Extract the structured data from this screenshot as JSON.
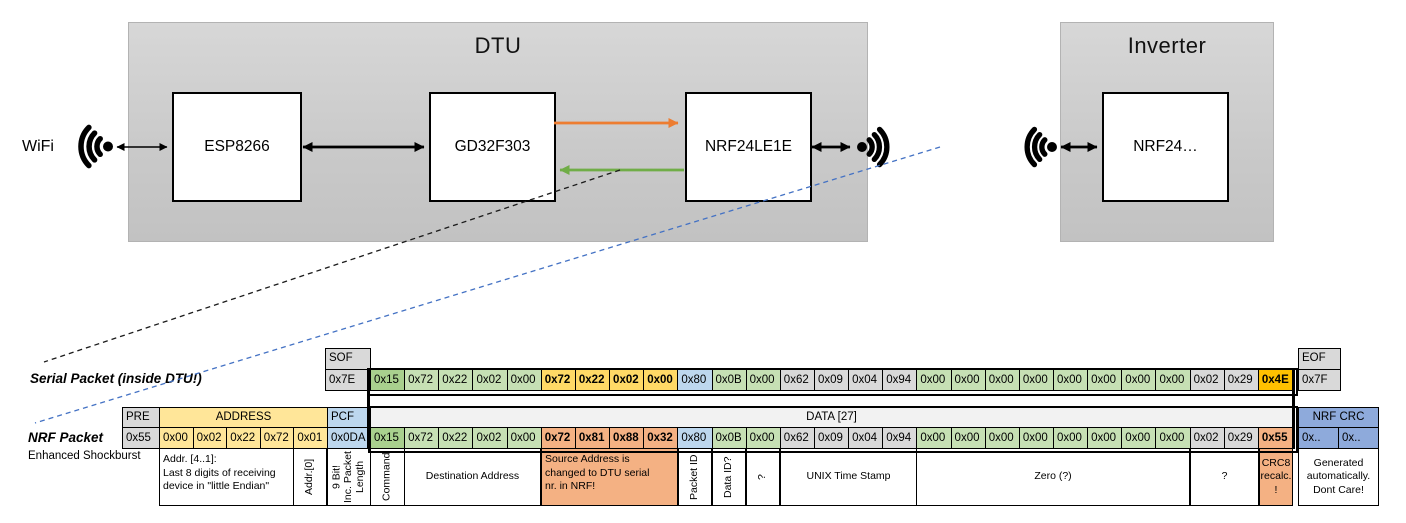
{
  "palette": {
    "gray": "#D9D9D9",
    "green": "#C6E0B4",
    "green_dark": "#A9D08E",
    "gold": "#FFD966",
    "amber": "#FFC000",
    "blue_light": "#BDD7EE",
    "blue_med": "#8EAADB",
    "salmon": "#F4B183",
    "yellow": "#FFE699",
    "data_header": "#F2F2F2",
    "white": "#FFFFFF",
    "orange_arrow": "#ED7D31",
    "green_arrow": "#70AD47",
    "blue_dash": "#4472C4"
  },
  "diagram": {
    "wifi_label": "WiFi",
    "dtu": {
      "title": "DTU",
      "components": [
        "ESP8266",
        "GD32F303",
        "NRF24LE1E"
      ]
    },
    "inverter": {
      "title": "Inverter",
      "components": [
        "NRF24…"
      ]
    }
  },
  "serial_packet": {
    "label": "Serial Packet (inside DTU!)",
    "sof_header": "SOF",
    "sof_value": "0x7E",
    "eof_header": "EOF",
    "eof_value": "0x7F",
    "bytes": [
      {
        "v": "0x15",
        "c": "green_dark"
      },
      {
        "v": "0x72",
        "c": "green"
      },
      {
        "v": "0x22",
        "c": "green"
      },
      {
        "v": "0x02",
        "c": "green"
      },
      {
        "v": "0x00",
        "c": "green"
      },
      {
        "v": "0x72",
        "c": "gold",
        "bold": true
      },
      {
        "v": "0x22",
        "c": "gold",
        "bold": true
      },
      {
        "v": "0x02",
        "c": "gold",
        "bold": true
      },
      {
        "v": "0x00",
        "c": "gold",
        "bold": true
      },
      {
        "v": "0x80",
        "c": "blue_light"
      },
      {
        "v": "0x0B",
        "c": "green"
      },
      {
        "v": "0x00",
        "c": "green"
      },
      {
        "v": "0x62",
        "c": "gray"
      },
      {
        "v": "0x09",
        "c": "gray"
      },
      {
        "v": "0x04",
        "c": "gray"
      },
      {
        "v": "0x94",
        "c": "gray"
      },
      {
        "v": "0x00",
        "c": "green"
      },
      {
        "v": "0x00",
        "c": "green"
      },
      {
        "v": "0x00",
        "c": "green"
      },
      {
        "v": "0x00",
        "c": "green"
      },
      {
        "v": "0x00",
        "c": "green"
      },
      {
        "v": "0x00",
        "c": "green"
      },
      {
        "v": "0x00",
        "c": "green"
      },
      {
        "v": "0x00",
        "c": "green"
      },
      {
        "v": "0x02",
        "c": "gray"
      },
      {
        "v": "0x29",
        "c": "gray"
      },
      {
        "v": "0x4E",
        "c": "amber",
        "bold": true
      }
    ]
  },
  "nrf_packet": {
    "label": "NRF Packet",
    "sublabel": "Enhanced Shockburst",
    "pre_header": "PRE",
    "pre_value": "0x55",
    "address_header": "ADDRESS",
    "address_values": [
      "0x00",
      "0x02",
      "0x22",
      "0x72",
      "0x01"
    ],
    "pcf_header": "PCF",
    "pcf_value": "0x0DA",
    "data_header": "DATA [27]",
    "bytes": [
      {
        "v": "0x15",
        "c": "green_dark"
      },
      {
        "v": "0x72",
        "c": "green"
      },
      {
        "v": "0x22",
        "c": "green"
      },
      {
        "v": "0x02",
        "c": "green"
      },
      {
        "v": "0x00",
        "c": "green"
      },
      {
        "v": "0x72",
        "c": "salmon",
        "bold": true
      },
      {
        "v": "0x81",
        "c": "salmon",
        "bold": true
      },
      {
        "v": "0x88",
        "c": "salmon",
        "bold": true
      },
      {
        "v": "0x32",
        "c": "salmon",
        "bold": true
      },
      {
        "v": "0x80",
        "c": "blue_light"
      },
      {
        "v": "0x0B",
        "c": "green"
      },
      {
        "v": "0x00",
        "c": "green"
      },
      {
        "v": "0x62",
        "c": "gray"
      },
      {
        "v": "0x09",
        "c": "gray"
      },
      {
        "v": "0x04",
        "c": "gray"
      },
      {
        "v": "0x94",
        "c": "gray"
      },
      {
        "v": "0x00",
        "c": "green"
      },
      {
        "v": "0x00",
        "c": "green"
      },
      {
        "v": "0x00",
        "c": "green"
      },
      {
        "v": "0x00",
        "c": "green"
      },
      {
        "v": "0x00",
        "c": "green"
      },
      {
        "v": "0x00",
        "c": "green"
      },
      {
        "v": "0x00",
        "c": "green"
      },
      {
        "v": "0x00",
        "c": "green"
      },
      {
        "v": "0x02",
        "c": "gray"
      },
      {
        "v": "0x29",
        "c": "gray"
      },
      {
        "v": "0x55",
        "c": "salmon",
        "bold": true
      }
    ],
    "crc_header": "NRF CRC",
    "crc_values": [
      "0x..",
      "0x.."
    ]
  },
  "annotations": [
    {
      "id": "addr-4-1",
      "text": "Addr. [4..1]:\nLast 8 digits of receiving\ndevice in \"little Endian\""
    },
    {
      "id": "addr-0",
      "text": "Addr.[0]",
      "vertical": true
    },
    {
      "id": "pcf-9bit",
      "text": "9 Bit!\nInc. Packet\nLength",
      "vertical": true
    },
    {
      "id": "command",
      "text": "Command",
      "vertical": true
    },
    {
      "id": "destination-address",
      "text": "Destination Address"
    },
    {
      "id": "source-address",
      "text": "Source Address is\nchanged to DTU serial\nnr. in NRF!",
      "bg": "salmon"
    },
    {
      "id": "packet-id",
      "text": "Packet ID",
      "vertical": true
    },
    {
      "id": "data-id",
      "text": "Data ID?",
      "vertical": true
    },
    {
      "id": "question-1",
      "text": "?",
      "vertical": true
    },
    {
      "id": "unix-time-stamp",
      "text": "UNIX Time Stamp"
    },
    {
      "id": "zero",
      "text": "Zero (?)"
    },
    {
      "id": "question-2",
      "text": "?"
    },
    {
      "id": "crc8",
      "text": "CRC8\nrecalc.\n!",
      "bg": "salmon"
    },
    {
      "id": "generated",
      "text": "Generated\nautomatically.\nDont Care!"
    }
  ]
}
